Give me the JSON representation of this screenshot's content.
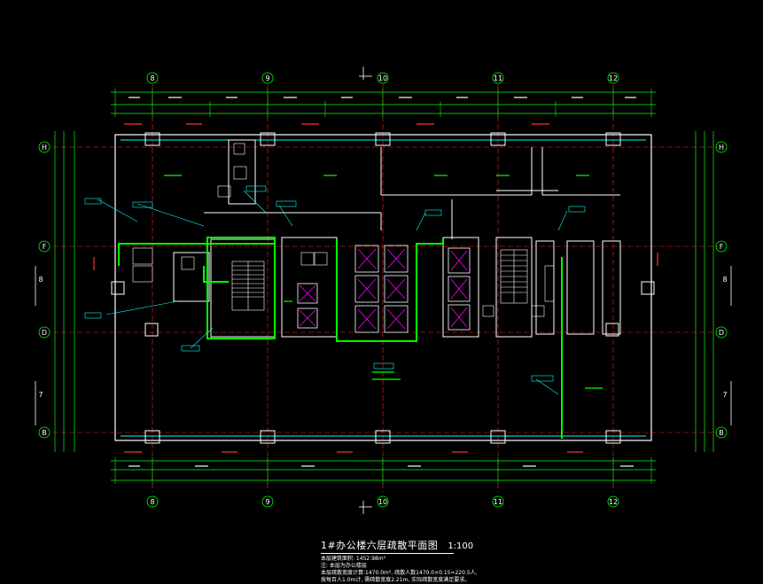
{
  "drawing": {
    "title": "1#办公楼六层疏散平面图",
    "scale": "1:100",
    "notes": [
      "本层建筑面积: 1452.98m²",
      "注: 本层为办公楼层",
      "本层疏散宽度计算:1470.0m², 疏散人数1470.0×0.15=220.5人,",
      "按每百人1.0m计, 需疏散宽度2.21m, 实际疏散宽度满足要求。"
    ]
  },
  "axes": {
    "columns": [
      "8",
      "9",
      "10",
      "11",
      "12"
    ],
    "rows_left": [
      "H",
      "F",
      "D",
      "B"
    ],
    "rows_right": [
      "H",
      "F",
      "D",
      "B"
    ],
    "mid_left": [
      "8",
      "7"
    ],
    "mid_right": [
      "8",
      "7"
    ]
  },
  "colors": {
    "background": "#000000",
    "wall": "#ffffff",
    "dimension": "#00ff00",
    "evacuation": "#00ff00",
    "annotation": "#00ffff",
    "axis": "#ff0000",
    "furniture": "#ff00ff",
    "highlight": "#ffff00"
  }
}
